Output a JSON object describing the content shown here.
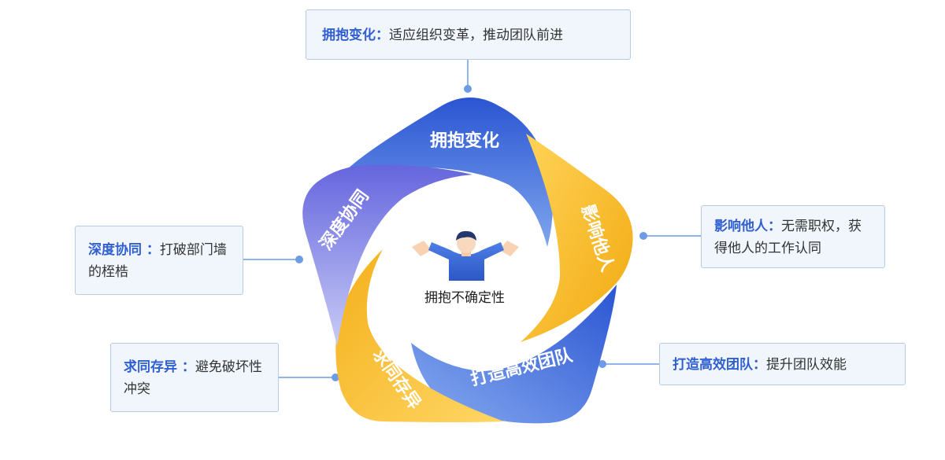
{
  "center": {
    "label": "拥抱不确定性"
  },
  "petals": [
    {
      "label": "拥抱变化"
    },
    {
      "label": "影响他人"
    },
    {
      "label": "打造高效团队"
    },
    {
      "label": "求同存异"
    },
    {
      "label": "深度协同"
    }
  ],
  "callouts": {
    "top": {
      "key": "拥抱变化",
      "sep": "：",
      "desc": "适应组织变革，推动团队前进"
    },
    "right": {
      "key": "影响他人",
      "sep": "：",
      "desc": "无需职权，获得他人的工作认同"
    },
    "bottom_right": {
      "key": "打造高效团队",
      "sep": "：",
      "desc": "提升团队效能"
    },
    "bottom_left": {
      "key": "求同存异",
      "sep": " ：",
      "desc": "避免破坏性冲突"
    },
    "left": {
      "key": "深度协同",
      "sep": " ：",
      "desc": "打破部门墙的桎梏"
    }
  },
  "colors": {
    "blue": "#2f62d8",
    "blue_light": "#7ea7ee",
    "yellow": "#f6b51c",
    "yellow_light": "#ffd76a",
    "purple": "#6f6fe0",
    "purple_light": "#c3c8f4",
    "connector": "#6e9be8"
  }
}
